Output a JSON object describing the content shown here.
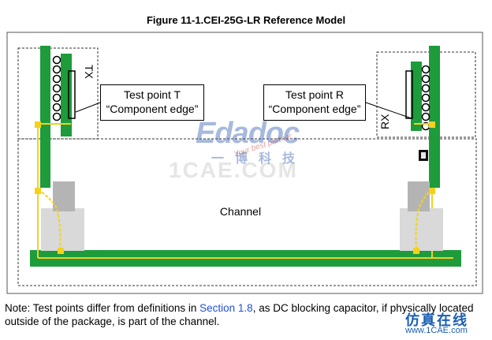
{
  "figure": {
    "title": "Figure 11-1.CEI-25G-LR Reference Model"
  },
  "labels": {
    "tx": "TX",
    "rx": "RX",
    "channel": "Channel",
    "test_point_t": {
      "line1": "Test point T",
      "line2": "“Component edge”"
    },
    "test_point_r": {
      "line1": "Test point R",
      "line2": "“Component edge”"
    }
  },
  "note": {
    "before": "Note: Test points differ from definitions in ",
    "link": "Section 1.8",
    "after": ", as DC blocking capacitor, if physically located outside of the package, is part of the channel."
  },
  "watermark": {
    "logo": "Edadoc",
    "tagline": "Your best partner",
    "chinese": "一博科技",
    "site": "1CAE.COM",
    "corner_chinese": "仿真在线",
    "corner_site": "www.1CAE.com"
  },
  "colors": {
    "pcb_green": "#1e9b3a",
    "trace_yellow": "#f2d21c",
    "package_gray": "#b4b4b4",
    "connector_gray": "#d9d9d9",
    "link_blue": "#1f4fd6"
  }
}
